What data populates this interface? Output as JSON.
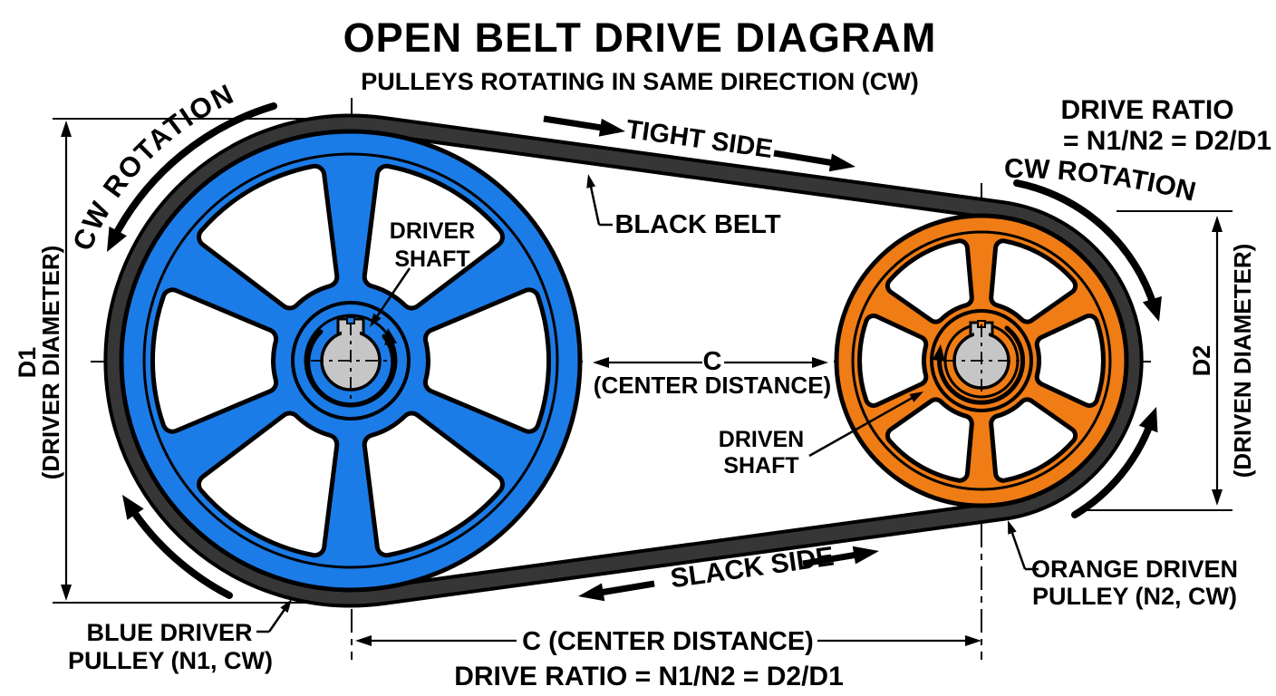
{
  "header": {
    "title": "OPEN BELT DRIVE DIAGRAM",
    "subtitle": "PULLEYS ROTATING IN SAME DIRECTION (CW)"
  },
  "labels": {
    "drive_ratio_top_1": "DRIVE RATIO",
    "drive_ratio_top_2": "= N1/N2 = D2/D1",
    "cw_rotation_left": "CW ROTATION",
    "cw_rotation_right": "CW ROTATION",
    "tight_side": "TIGHT SIDE",
    "black_belt": "BLACK BELT",
    "driver_shaft_1": "DRIVER",
    "driver_shaft_2": "SHAFT",
    "center_c": "C",
    "center_sub": "(CENTER DISTANCE)",
    "driven_shaft_1": "DRIVEN",
    "driven_shaft_2": "SHAFT",
    "slack_side": "SLACK SIDE",
    "orange_driven_1": "ORANGE DRIVEN",
    "orange_driven_2": "PULLEY (N2, CW)",
    "blue_driver_1": "BLUE DRIVER",
    "blue_driver_2": "PULLEY (N1, CW)",
    "d1": "D1",
    "d1_sub": "(DRIVER DIAMETER)",
    "d2": "D2",
    "d2_sub": "(DRIVEN DIAMETER)",
    "c_bottom": "C (CENTER DISTANCE)",
    "drive_ratio_bottom": "DRIVE RATIO = N1/N2 = D2/D1"
  },
  "colors": {
    "driver_pulley_blue": "#1b7ce8",
    "driven_pulley_orange": "#ef7c15",
    "belt_dark": "#363636",
    "belt_outline": "#000000",
    "shaft_gray": "#c6c6c6",
    "line_black": "#000000",
    "background": "#ffffff"
  }
}
